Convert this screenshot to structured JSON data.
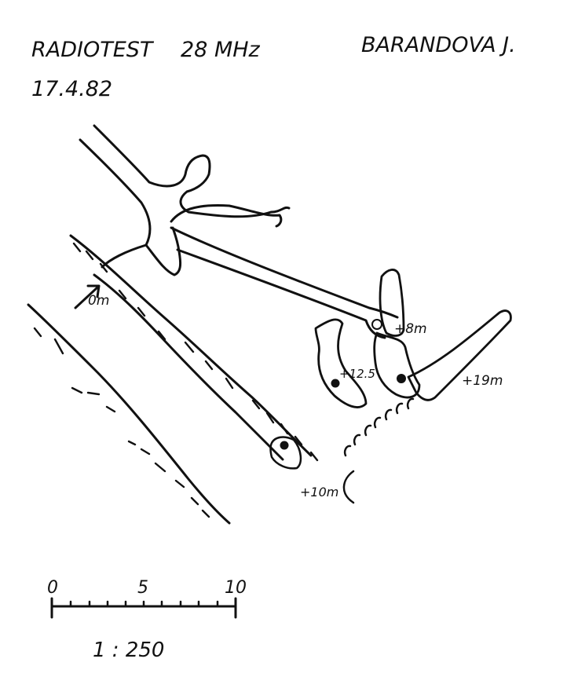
{
  "header": {
    "title": "RADIOTEST",
    "frequency": "28 MHz",
    "author": "BARANDOVA J.",
    "date": "17.4.82"
  },
  "map": {
    "entrance_label": "0m",
    "points": [
      {
        "label": "+8m"
      },
      {
        "label": "+12.5"
      },
      {
        "label": "+19m"
      },
      {
        "label": "+10m"
      }
    ]
  },
  "scale": {
    "ticks": [
      "0",
      "5",
      "10"
    ],
    "ratio": "1 : 250"
  },
  "colors": {
    "ink": "#111111",
    "paper": "#ffffff"
  }
}
